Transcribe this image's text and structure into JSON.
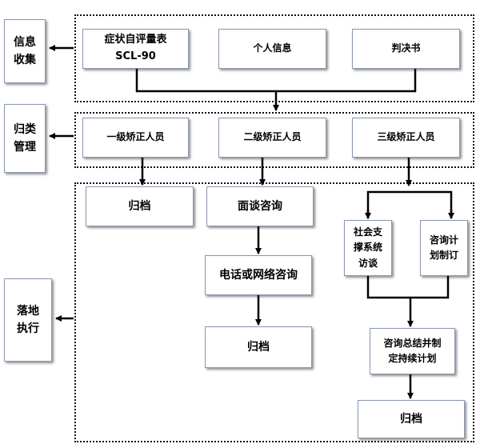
{
  "side_labels": {
    "info": "信息\n收集",
    "classify": "归类\n管理",
    "execute": "落地\n执行"
  },
  "section1": {
    "scl90": "症状自评量表\nSCL-90",
    "personal_info": "个人信息",
    "verdict": "判决书"
  },
  "section2": {
    "level1": "一级矫正人员",
    "level2": "二级矫正人员",
    "level3": "三级矫正人员"
  },
  "section3": {
    "archive_1": "归档",
    "interview": "面谈咨询",
    "phone_network": "电话或网络咨询",
    "archive_2": "归档",
    "social_support": "社会支\n撑系统\n访谈",
    "consult_plan": "咨询计\n划制订",
    "summary_plan": "咨询总结并制\n定持续计划",
    "archive_3": "归档"
  }
}
